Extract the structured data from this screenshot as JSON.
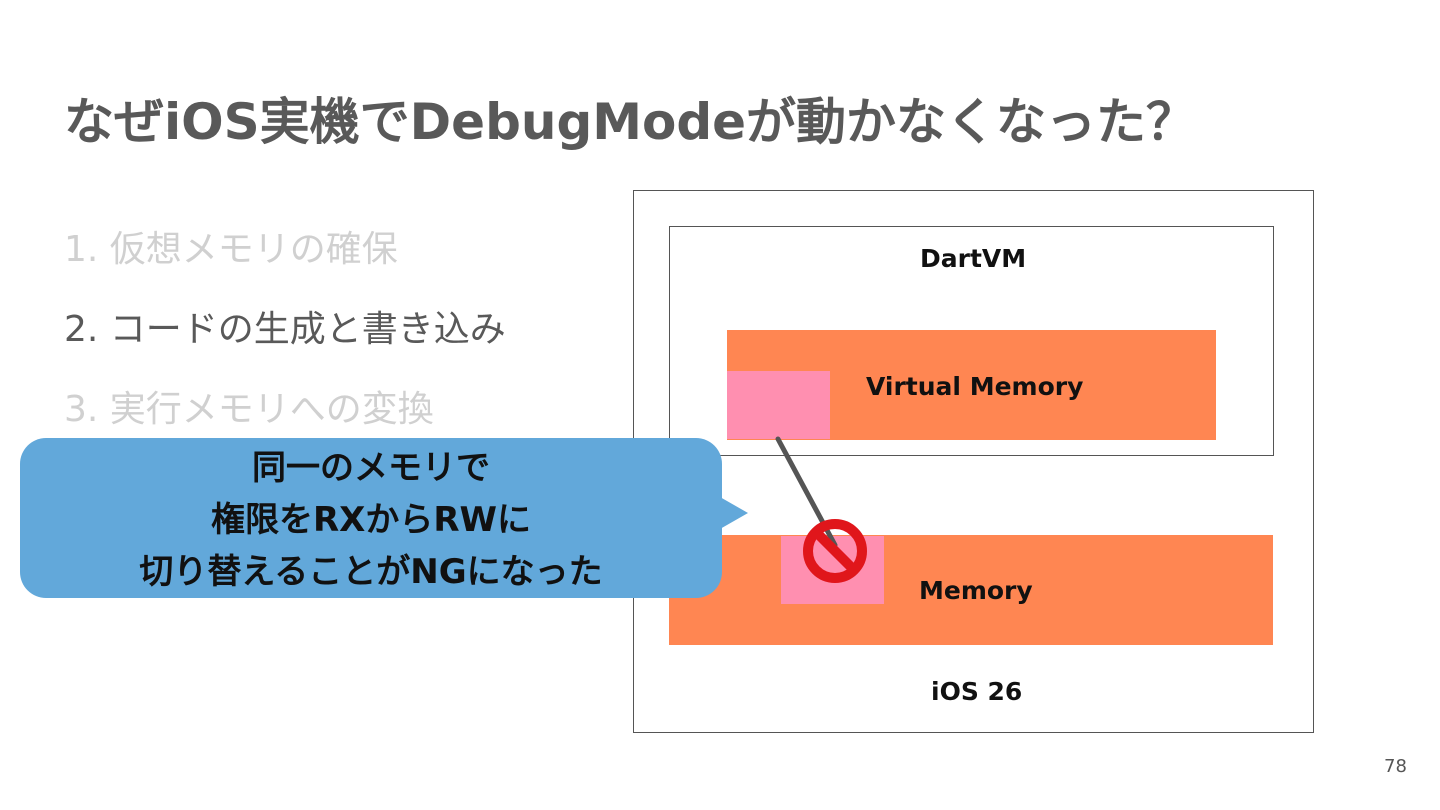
{
  "slide": {
    "title": "なぜiOS実機でDebugModeが動かなくなった？",
    "page_number": "78"
  },
  "steps": [
    {
      "label": "1. 仮想メモリの確保",
      "state": "dim"
    },
    {
      "label": "2. コードの生成と書き込み",
      "state": "active"
    },
    {
      "label": "3. 実行メモリへの変換",
      "state": "dim"
    }
  ],
  "diagram": {
    "outer_box_label": "iOS 26",
    "inner_box_label": "DartVM",
    "virtual_memory_label": "Virtual Memory",
    "memory_label": "Memory"
  },
  "callout": {
    "lines": [
      "同一のメモリで",
      "権限をRXからRWに",
      "切り替えることがNGになった"
    ]
  },
  "colors": {
    "memory_bar": "#ff8652",
    "mapped_block": "#ff8fb0",
    "callout_fill": "#62a8da",
    "prohibited_sign": "#e0161b",
    "title_text": "#595959",
    "dim_text": "#d0d0d0"
  },
  "icons": {
    "prohibited": "no-entry-icon"
  }
}
